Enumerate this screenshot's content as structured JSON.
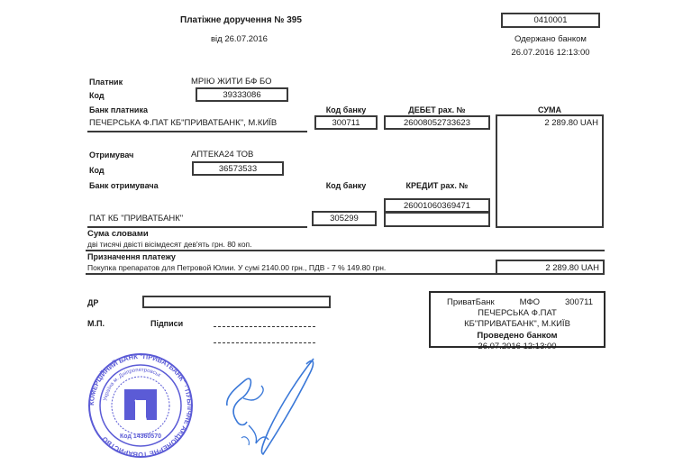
{
  "header": {
    "title": "Платіжне доручення  № 395",
    "date_line": "від 26.07.2016",
    "form_code": "0410001",
    "received_label": "Одержано банком",
    "received_datetime": "26.07.2016 12:13:00"
  },
  "payer": {
    "label": "Платник",
    "name": "МРІЮ ЖИТИ БФ БО",
    "code_label": "Код",
    "code": "39333086",
    "bank_label": "Банк платника",
    "bank_name": "ПЕЧЕРСЬКА Ф.ПАТ КБ\"ПРИВАТБАНК\", М.КИЇВ",
    "bank_code_label": "Код банку",
    "bank_code": "300711",
    "debit_label": "ДЕБЕТ рах. №",
    "debit_account": "26008052733623"
  },
  "amount": {
    "label": "СУМА",
    "value": "2 289.80 UAH"
  },
  "recipient": {
    "label": "Отримувач",
    "name": "АПТЕКА24 ТОВ",
    "code_label": "Код",
    "code": "36573533",
    "bank_label": "Банк отримувача",
    "bank_name": "ПАТ КБ \"ПРИВАТБАНК\"",
    "bank_code_label": "Код банку",
    "bank_code": "305299",
    "credit_label": "КРЕДИТ рах. №",
    "credit_account": "26001060369471"
  },
  "sum_in_words": {
    "label": "Сума словами",
    "value": "дві тисячі двісті вісімдесят дев'ять грн. 80 коп."
  },
  "purpose": {
    "label": "Призначення платежу",
    "value": "Покупка препаратов для Петровой Юлии. У сумі 2140.00 грн., ПДВ - 7 % 149.80 грн.",
    "amount": "2 289.80 UAH"
  },
  "footer": {
    "dr_label": "ДР",
    "dr_value": "",
    "mp_label": "М.П.",
    "signatures_label": "Підписи"
  },
  "bank_stamp_box": {
    "bank": "ПриватБанк",
    "mfo_label": "МФО",
    "mfo": "300711",
    "branch_line1": "ПЕЧЕРСЬКА Ф.ПАТ",
    "branch_line2": "КБ\"ПРИВАТБАНК\", М.КИЇВ",
    "processed_label": "Проведено банком",
    "processed_datetime": "26.07.2016 12:13:00"
  },
  "seal": {
    "outer_text": "КОМЕРЦІЙНИЙ БАНК \"ПРИВАТБАНК\" · ПУБЛІЧНЕ АКЦІОНЕРНЕ ТОВАРИСТВО",
    "inner_text": "Україна м. Дніпропетровськ",
    "code_text": "Код 14360570"
  },
  "colors": {
    "ink": "#1a1a1a",
    "border": "#3a3a3a",
    "seal": "#5b5bd6",
    "signature": "#3a78d8"
  }
}
